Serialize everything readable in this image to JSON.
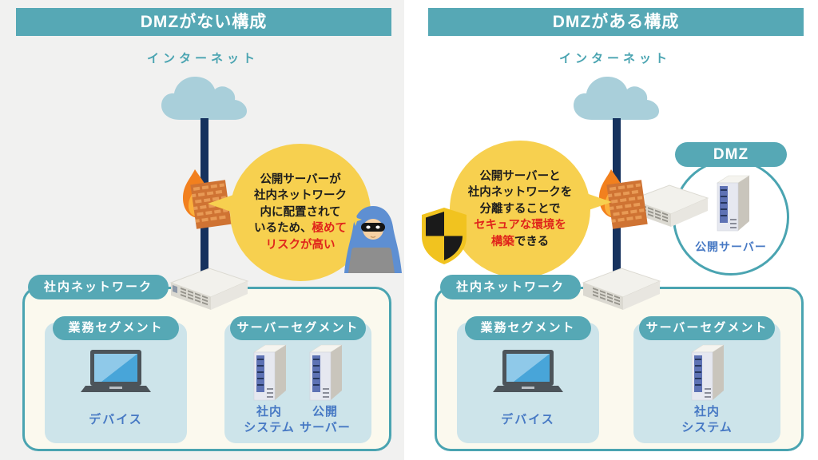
{
  "left_panel": {
    "title": "DMZがない構成",
    "internet_label": "インターネット",
    "bubble": {
      "line1": "公開サーバーが",
      "line2": "社内ネットワーク",
      "line3": "内に配置されて",
      "line4_black": "いるため、",
      "line4_red": "極めて",
      "line5_red": "リスクが高い"
    },
    "network_label": "社内ネットワーク",
    "business_segment": {
      "label": "業務セグメント",
      "device_label": "デバイス"
    },
    "server_segment": {
      "label": "サーバーセグメント",
      "server1_label_line1": "社内",
      "server1_label_line2": "システム",
      "server2_label_line1": "公開",
      "server2_label_line2": "サーバー"
    }
  },
  "right_panel": {
    "title": "DMZがある構成",
    "internet_label": "インターネット",
    "bubble": {
      "line1": "公開サーバーと",
      "line2": "社内ネットワークを",
      "line3": "分離することで",
      "line4_red": "セキュアな環境を",
      "line5_red": "構築",
      "line5_black": "できる"
    },
    "dmz": {
      "label": "DMZ",
      "server_label": "公開サーバー"
    },
    "network_label": "社内ネットワーク",
    "business_segment": {
      "label": "業務セグメント",
      "device_label": "デバイス"
    },
    "server_segment": {
      "label": "サーバーセグメント",
      "server1_label_line1": "社内",
      "server1_label_line2": "システム"
    }
  },
  "colors": {
    "teal": "#56a8b5",
    "navy": "#16325e",
    "bubble_yellow": "#f7d04f",
    "alert_red": "#e0251b",
    "label_blue": "#4779c4",
    "network_box_cream": "#fbf9ee",
    "segment_box_blue": "#cde4ea",
    "cloud_blue": "#a9cfda"
  }
}
